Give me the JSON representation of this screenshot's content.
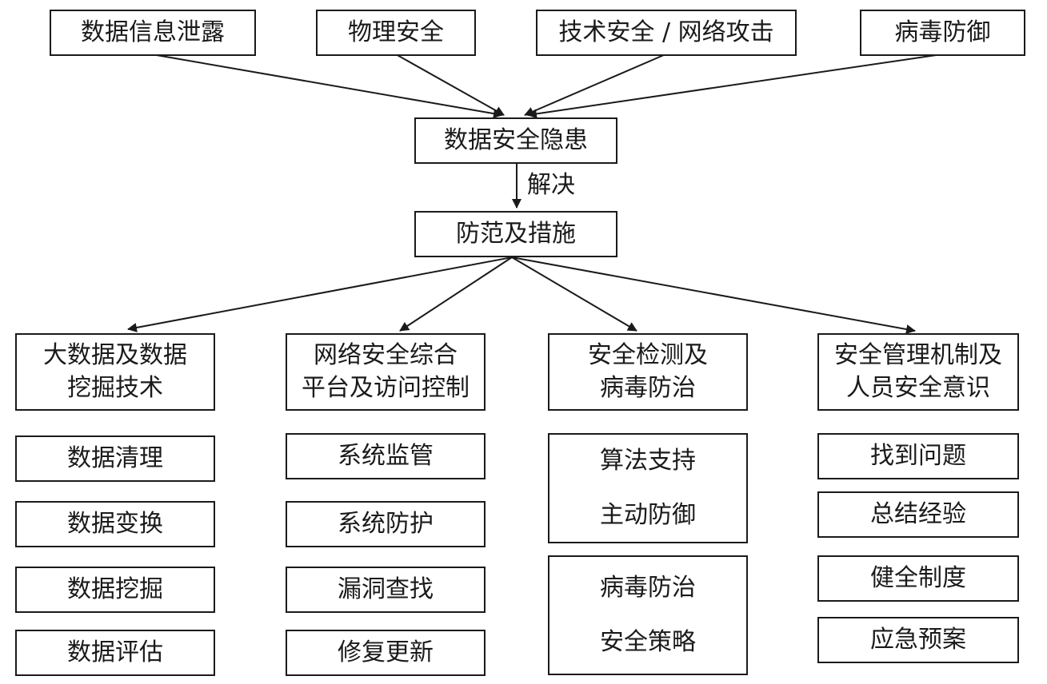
{
  "sources": [
    {
      "label": "数据信息泄露"
    },
    {
      "label": "物理安全"
    },
    {
      "label": "技术安全 / 网络攻击"
    },
    {
      "label": "病毒防御"
    }
  ],
  "hub": {
    "label": "数据安全隐患"
  },
  "resolve_label": "解决",
  "measures": {
    "label": "防范及措施"
  },
  "categories": [
    {
      "title_lines": [
        "大数据及数据",
        "挖掘技术"
      ],
      "items": [
        [
          "数据清理"
        ],
        [
          "数据变换"
        ],
        [
          "数据挖掘"
        ],
        [
          "数据评估"
        ]
      ]
    },
    {
      "title_lines": [
        "网络安全综合",
        "平台及访问控制"
      ],
      "items": [
        [
          "系统监管"
        ],
        [
          "系统防护"
        ],
        [
          "漏洞查找"
        ],
        [
          "修复更新"
        ]
      ]
    },
    {
      "title_lines": [
        "安全检测及",
        "病毒防治"
      ],
      "items": [
        [
          "算法支持",
          "主动防御"
        ],
        [
          "病毒防治",
          "安全策略"
        ]
      ]
    },
    {
      "title_lines": [
        "安全管理机制及",
        "人员安全意识"
      ],
      "items": [
        [
          "找到问题"
        ],
        [
          "总结经验"
        ],
        [
          "健全制度"
        ],
        [
          "应急预案"
        ]
      ]
    }
  ]
}
